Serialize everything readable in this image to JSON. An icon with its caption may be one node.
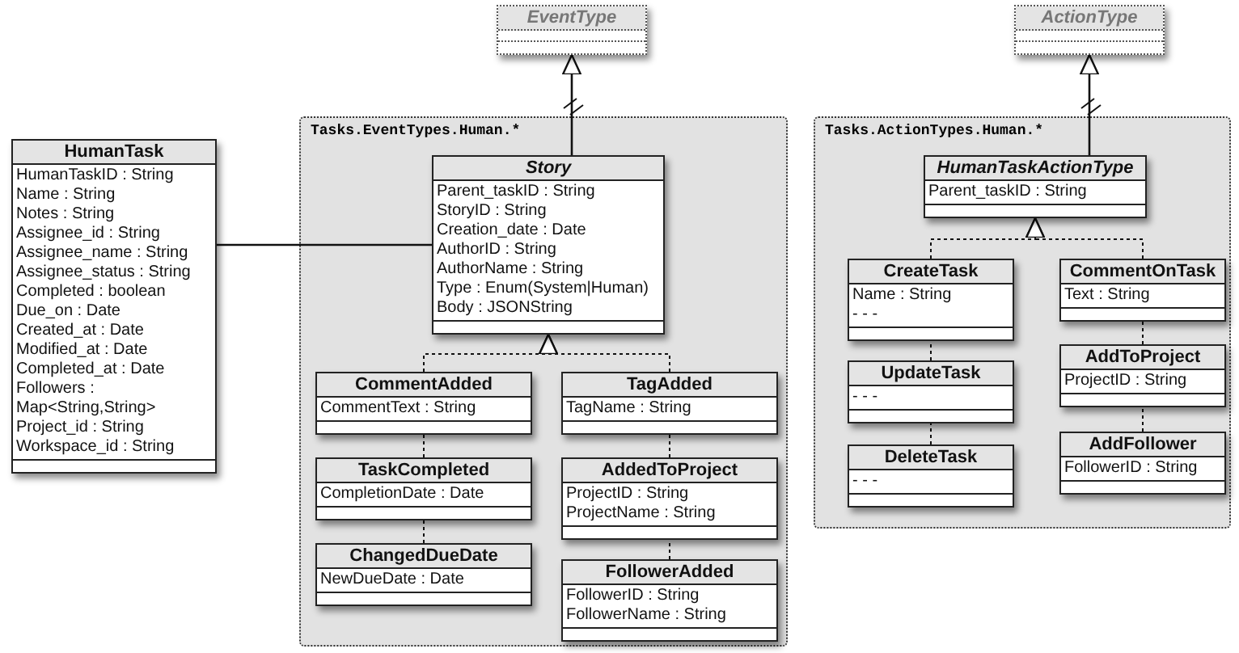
{
  "diagram": {
    "nodes": [
      {
        "text": [
          "EventType"
        ]
      },
      {
        "text": [
          "ActionType"
        ]
      },
      {
        "text": [
          "HumanTask",
          "HumanTaskID : String",
          "Name : String",
          "Notes : String",
          "Assignee_id : String",
          "Assignee_name : String",
          "Assignee_status : String",
          "Completed : boolean",
          "Due_on : Date",
          "Created_at : Date",
          "Modified_at : Date",
          "Completed_at : Date",
          "Followers : Map<String,String>",
          "Project_id : String",
          "Workspace_id : String"
        ]
      },
      {
        "text": [
          "Tasks.EventTypes.Human.*"
        ]
      },
      {
        "text": [
          "Story",
          "Parent_taskID : String",
          "StoryID : String",
          "Creation_date : Date",
          "AuthorID : String",
          "AuthorName : String",
          "Type : Enum(System|Human)",
          "Body : JSONString"
        ],
        "in": 3
      },
      {
        "text": [
          "CommentAdded",
          "CommentText : String"
        ],
        "in": 3
      },
      {
        "text": [
          "TaskCompleted",
          "CompletionDate : Date"
        ],
        "in": 3
      },
      {
        "text": [
          "ChangedDueDate",
          "NewDueDate : Date"
        ],
        "in": 3
      },
      {
        "text": [
          "TagAdded",
          "TagName : String"
        ],
        "in": 3
      },
      {
        "text": [
          "AddedToProject",
          "ProjectID : String",
          "ProjectName : String"
        ],
        "in": 3
      },
      {
        "text": [
          "FollowerAdded",
          "FollowerID : String",
          "FollowerName : String"
        ],
        "in": 3
      },
      {
        "text": [
          "Tasks.ActionTypes.Human.*"
        ]
      },
      {
        "text": [
          "HumanTaskActionType",
          "Parent_taskID : String"
        ],
        "in": 11
      },
      {
        "text": [
          "CreateTask",
          "Name : String",
          "- - -"
        ],
        "in": 11
      },
      {
        "text": [
          "UpdateTask",
          "- - -"
        ],
        "in": 11
      },
      {
        "text": [
          "DeleteTask",
          "- - -"
        ],
        "in": 11
      },
      {
        "text": [
          "CommentOnTask",
          "Text : String"
        ],
        "in": 11
      },
      {
        "text": [
          "AddToProject",
          "ProjectID : String"
        ],
        "in": 11
      },
      {
        "text": [
          "AddFollower",
          "FollowerID : String"
        ],
        "in": 11
      }
    ],
    "edges": [
      {
        "from": 4,
        "to": 0,
        "arrow": "to"
      },
      {
        "from": 2,
        "to": 4,
        "arrow": "none"
      },
      {
        "from": 5,
        "to": 4,
        "arrow": "to",
        "style": "dashed"
      },
      {
        "from": 8,
        "to": 4,
        "arrow": "to",
        "style": "dashed"
      },
      {
        "from": 6,
        "to": 5,
        "arrow": "none",
        "style": "dashed"
      },
      {
        "from": 7,
        "to": 6,
        "arrow": "none",
        "style": "dashed"
      },
      {
        "from": 9,
        "to": 8,
        "arrow": "none",
        "style": "dashed"
      },
      {
        "from": 10,
        "to": 9,
        "arrow": "none",
        "style": "dashed"
      },
      {
        "from": 12,
        "to": 1,
        "arrow": "to"
      },
      {
        "from": 13,
        "to": 12,
        "arrow": "to",
        "style": "dashed"
      },
      {
        "from": 16,
        "to": 12,
        "arrow": "to",
        "style": "dashed"
      },
      {
        "from": 14,
        "to": 13,
        "arrow": "none",
        "style": "dashed"
      },
      {
        "from": 15,
        "to": 14,
        "arrow": "none",
        "style": "dashed"
      },
      {
        "from": 17,
        "to": 16,
        "arrow": "none",
        "style": "dashed"
      },
      {
        "from": 18,
        "to": 17,
        "arrow": "none",
        "style": "dashed"
      }
    ]
  }
}
